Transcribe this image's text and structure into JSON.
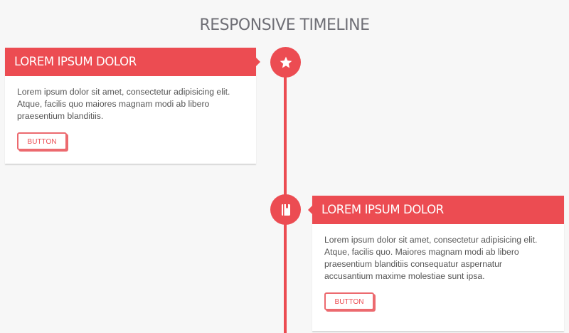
{
  "page": {
    "title": "RESPONSIVE TIMELINE"
  },
  "colors": {
    "accent": "#ec4c52",
    "background": "#f7f7f7",
    "card": "#ffffff",
    "body_text": "#555555",
    "title_text": "#6f6f76"
  },
  "timeline": {
    "items": [
      {
        "icon": "star-icon",
        "title": "LOREM IPSUM DOLOR",
        "body": "Lorem ipsum dolor sit amet, consectetur adipisicing elit. Atque, facilis quo maiores magnam modi ab libero praesentium blanditiis.",
        "button_label": "BUTTON"
      },
      {
        "icon": "book-icon",
        "title": "LOREM IPSUM DOLOR",
        "body": "Lorem ipsum dolor sit amet, consectetur adipisicing elit. Atque, facilis quo. Maiores magnam modi ab libero praesentium blanditiis consequatur aspernatur accusantium maxime molestiae sunt ipsa.",
        "button_label": "BUTTON"
      }
    ]
  }
}
